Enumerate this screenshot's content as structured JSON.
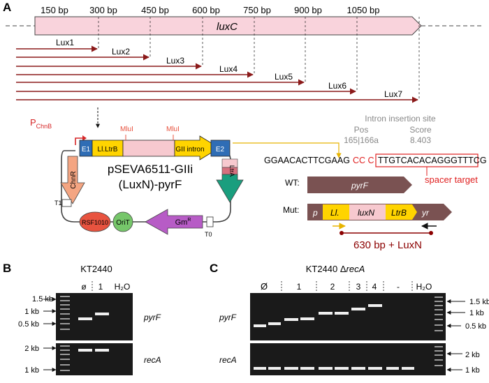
{
  "panels": {
    "a": "A",
    "b": "B",
    "c": "C"
  },
  "ruler": {
    "ticks": [
      "150 bp",
      "300 bp",
      "450 bp",
      "600 bp",
      "750 bp",
      "900 bp",
      "1050 bp"
    ]
  },
  "gene": {
    "name": "luxC"
  },
  "lux_fragments": [
    "Lux1",
    "Lux2",
    "Lux3",
    "Lux4",
    "Lux5",
    "Lux6",
    "Lux7"
  ],
  "plasmid": {
    "promoter_main": "P",
    "promoter_sub": "ChnB",
    "e1": "E1",
    "ltrb": "Ll.LtrB",
    "gii": "GII intron",
    "e2": "E2",
    "mlui_left": "MluI",
    "mlui_right": "MluI",
    "name_line1": "pSEVA6511-GIIi",
    "name_line2": "(LuxN)-pyrF",
    "chnr": "ChnR",
    "ltra": "LtrA",
    "t1": "T1",
    "t0": "T0",
    "rsf": "RSF1010",
    "orit": "OriT",
    "gm": "Gm",
    "gm_sup": "R"
  },
  "insertion": {
    "title": "Intron insertion site",
    "pos_label": "Pos",
    "pos_value": "165|166a",
    "score_label": "Score",
    "score_value": "8.403",
    "seq_left": "GGAACACTTCGAAG",
    "seq_red": "CC C",
    "seq_boxed": "TTGTCACACAGGGTTTCG",
    "spacer_label": "spacer target"
  },
  "alleles": {
    "wt_label": "WT:",
    "wt_gene": "pyrF",
    "mut_label": "Mut:",
    "mut_p": "p",
    "mut_ll": "Ll.",
    "mut_luxn": "luxN",
    "mut_ltrb": "LtrB",
    "mut_yr": "yr",
    "product": "630 bp + LuxN"
  },
  "gel_b": {
    "title": "KT2440",
    "lanes": [
      "ø",
      "1",
      "H₂O"
    ],
    "size_top": [
      "1.5 kb",
      "1 kb",
      "0.5 kb"
    ],
    "size_bottom": [
      "2 kb",
      "1 kb"
    ],
    "row_top": "pyrF",
    "row_bottom": "recA"
  },
  "gel_c": {
    "title_main": "KT2440 Δ",
    "title_gene": "recA",
    "lanes": [
      "Ø",
      "1",
      "2",
      "3",
      "4",
      "-",
      "H₂O"
    ],
    "size_top": [
      "1.5 kb",
      "1 kb",
      "0.5 kb"
    ],
    "size_bottom": [
      "2 kb",
      "1 kb"
    ],
    "row_top": "pyrF",
    "row_bottom": "recA"
  },
  "colors": {
    "luxc_fill": "#f9d3dc",
    "arrow_red": "#8b1a1a",
    "gold": "#e8b400",
    "blue": "#2f6db5",
    "yellow": "#ffd400",
    "pink": "#f7c9cf",
    "salmon": "#f4a582",
    "teal": "#1a9e7e",
    "pyrf_brown": "#7a5252",
    "gm_purple": "#b75cc6",
    "rsf_red": "#e8533f",
    "orit_green": "#76c66a",
    "dark_red": "#8b0000"
  }
}
